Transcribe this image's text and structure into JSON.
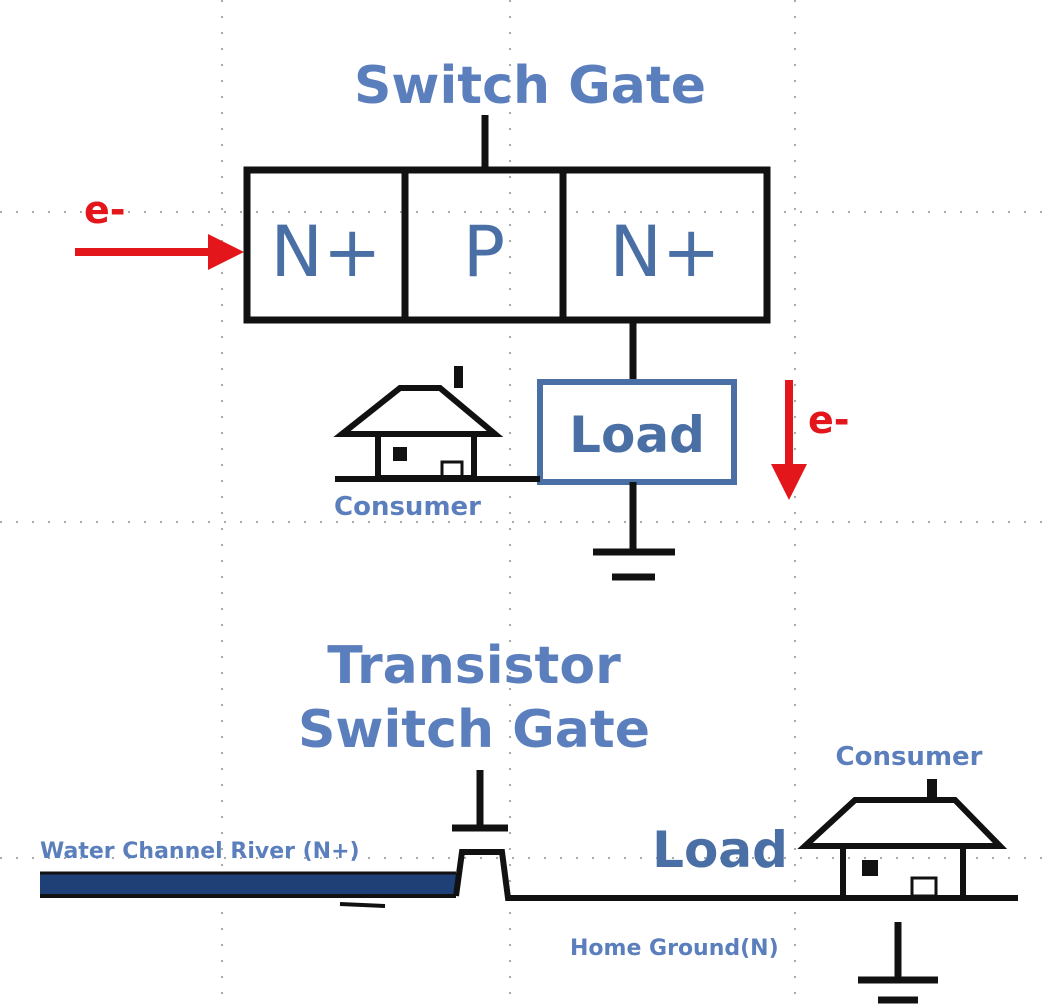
{
  "colors": {
    "label_blue": "#5b7fbd",
    "box_blue": "#4a6fa5",
    "arrow_red": "#e3161b",
    "line_black": "#111111",
    "river_blue": "#1f3f77",
    "grid_dots": "#aaaaaa"
  },
  "top": {
    "title": "Switch Gate",
    "regions": [
      "N+",
      "P",
      "N+"
    ],
    "electron_in": "e-",
    "electron_out": "e-",
    "load": "Load",
    "consumer": "Consumer"
  },
  "bottom": {
    "title_line1": "Transistor",
    "title_line2": "Switch Gate",
    "river": "Water Channel River (N+)",
    "load": "Load",
    "consumer": "Consumer",
    "ground": "Home Ground(N)"
  },
  "icons": {
    "house": "house-icon",
    "ground": "ground-icon",
    "arrow": "arrow-icon"
  }
}
